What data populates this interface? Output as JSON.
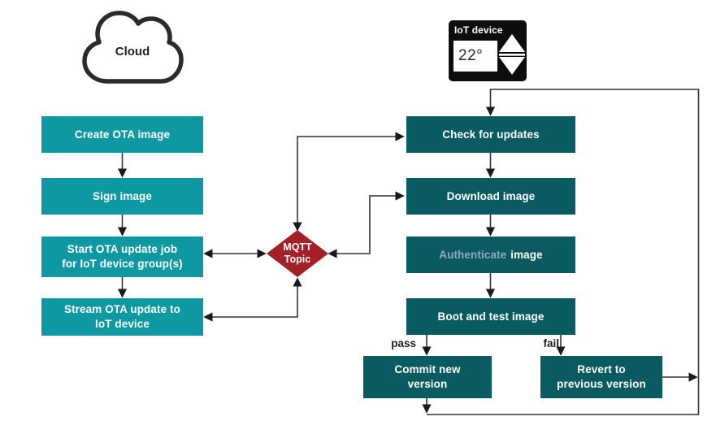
{
  "colors": {
    "left_box": "#0e99a2",
    "right_box": "#0a5a61",
    "diamond": "#a32026",
    "accent_text": "#91a8c7",
    "line": "#333333",
    "device_bg": "#0d0d0d"
  },
  "cloud": {
    "label": "Cloud"
  },
  "iot_device": {
    "label": "IoT device",
    "temperature": "22°"
  },
  "left_column": {
    "items": [
      {
        "label": "Create OTA image"
      },
      {
        "label": "Sign image"
      },
      {
        "label": "Start OTA update job\nfor IoT device group(s)"
      },
      {
        "label": "Stream OTA update to\nIoT device"
      }
    ]
  },
  "mqtt": {
    "label": "MQTT\nTopic"
  },
  "right_column": {
    "items": [
      {
        "label": "Check for updates"
      },
      {
        "label": "Download image"
      },
      {
        "accent": "Authenticate",
        "rest": "image"
      },
      {
        "label": "Boot and test image"
      }
    ]
  },
  "outcomes": {
    "pass_label": "pass",
    "fail_label": "fail",
    "commit": {
      "label": "Commit new\nversion"
    },
    "revert": {
      "label": "Revert to\nprevious version"
    }
  }
}
